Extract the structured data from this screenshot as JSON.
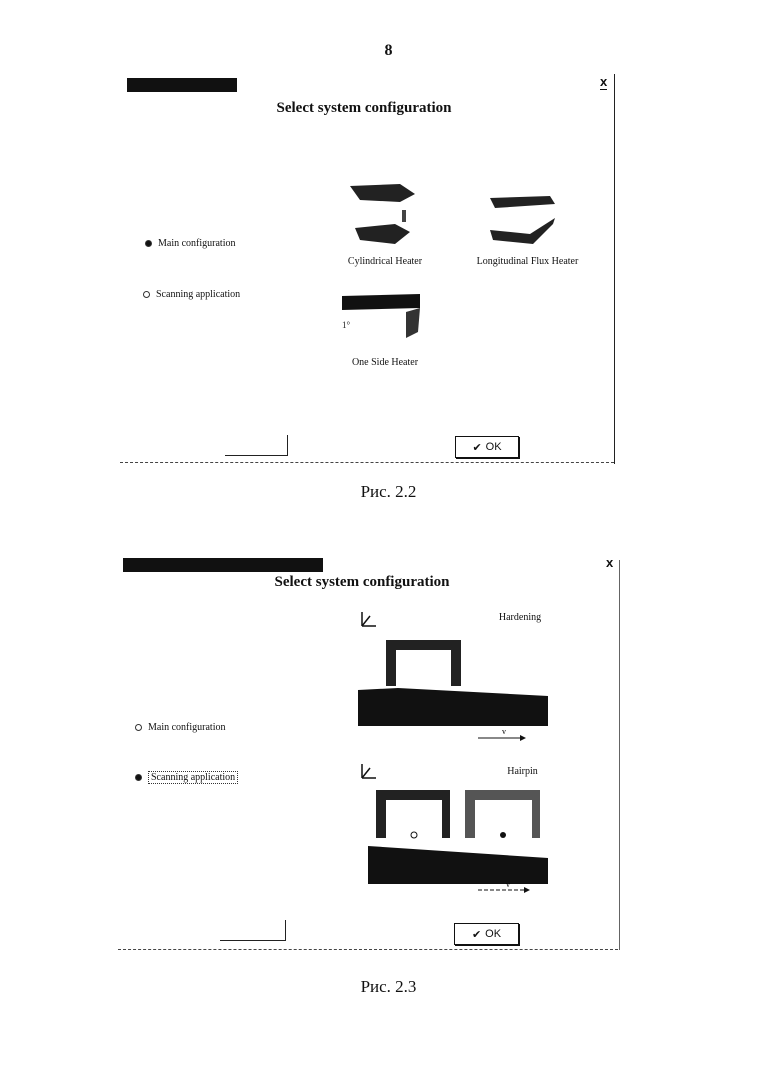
{
  "page_number": "8",
  "figures": [
    {
      "caption": "Рис. 2.2",
      "dialog": {
        "close_label": "x",
        "title": "Select system configuration",
        "options": [
          {
            "label": "Main configuration",
            "selected": true
          },
          {
            "label": "Scanning application",
            "selected": false
          }
        ],
        "configs": [
          {
            "label": "Cylindrical Heater",
            "icon": "cylindrical-heater-image"
          },
          {
            "label": "Longitudinal Flux Heater",
            "icon": "longitudinal-flux-heater-image"
          },
          {
            "label": "One Side Heater",
            "icon": "one-side-heater-image"
          }
        ],
        "ok_label": "OK",
        "ok_icon": "checkmark-icon"
      }
    },
    {
      "caption": "Рис. 2.3",
      "dialog": {
        "close_label": "x",
        "title": "Select system configuration",
        "options": [
          {
            "label": "Main configuration",
            "selected": false
          },
          {
            "label": "Scanning application",
            "selected": true
          }
        ],
        "configs": [
          {
            "label": "Hardening",
            "velocity_label": "v"
          },
          {
            "label": "Hairpin",
            "velocity_label": "v"
          }
        ],
        "ok_label": "OK",
        "ok_icon": "checkmark-icon"
      }
    }
  ]
}
